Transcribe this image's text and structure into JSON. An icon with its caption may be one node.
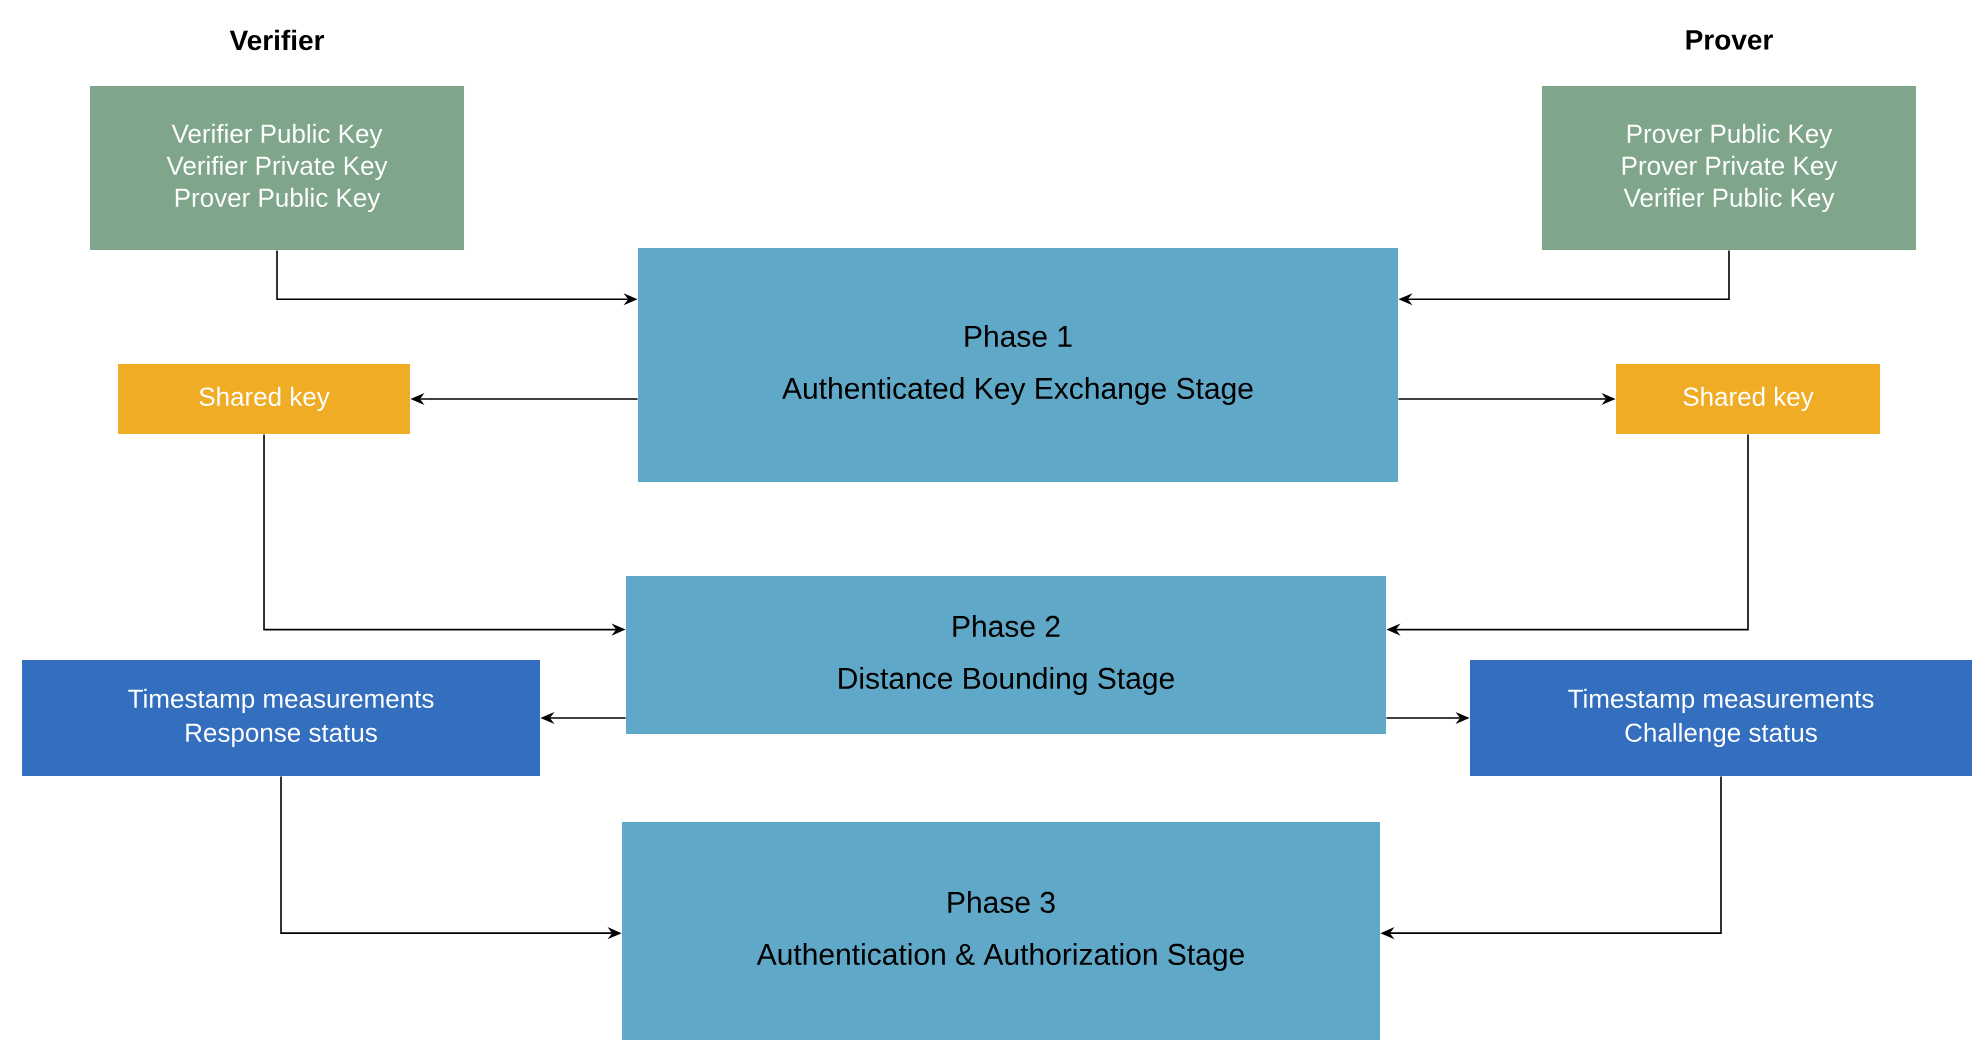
{
  "diagram": {
    "nodes": [
      {
        "text": [
          "Verifier",
          "Verifier Public Key",
          "Verifier Private Key",
          "Prover Public Key"
        ]
      },
      {
        "text": [
          "Prover",
          "Prover Public Key",
          "Prover Private Key",
          "Verifier Public Key"
        ]
      },
      {
        "text": [
          "Phase 1",
          "Authenticated  Key Exchange Stage"
        ]
      },
      {
        "text": [
          "Shared key"
        ]
      },
      {
        "text": [
          "Shared key"
        ]
      },
      {
        "text": [
          "Phase 2",
          "Distance  Bounding Stage"
        ]
      },
      {
        "text": [
          "Timestamp measurements",
          "Response status"
        ]
      },
      {
        "text": [
          "Timestamp measurements",
          "Challenge status"
        ]
      },
      {
        "text": [
          "Phase 3",
          "Authentication  & Authorization  Stage"
        ]
      }
    ],
    "edges": [
      {
        "from": 0,
        "to": 2,
        "arrow": "to"
      },
      {
        "from": 1,
        "to": 2,
        "arrow": "to"
      },
      {
        "from": 2,
        "to": 3,
        "arrow": "to"
      },
      {
        "from": 2,
        "to": 4,
        "arrow": "to"
      },
      {
        "from": 3,
        "to": 5,
        "arrow": "to"
      },
      {
        "from": 4,
        "to": 5,
        "arrow": "to"
      },
      {
        "from": 5,
        "to": 6,
        "arrow": "to"
      },
      {
        "from": 5,
        "to": 7,
        "arrow": "to"
      },
      {
        "from": 6,
        "to": 8,
        "arrow": "to"
      },
      {
        "from": 7,
        "to": 8,
        "arrow": "to"
      }
    ]
  }
}
